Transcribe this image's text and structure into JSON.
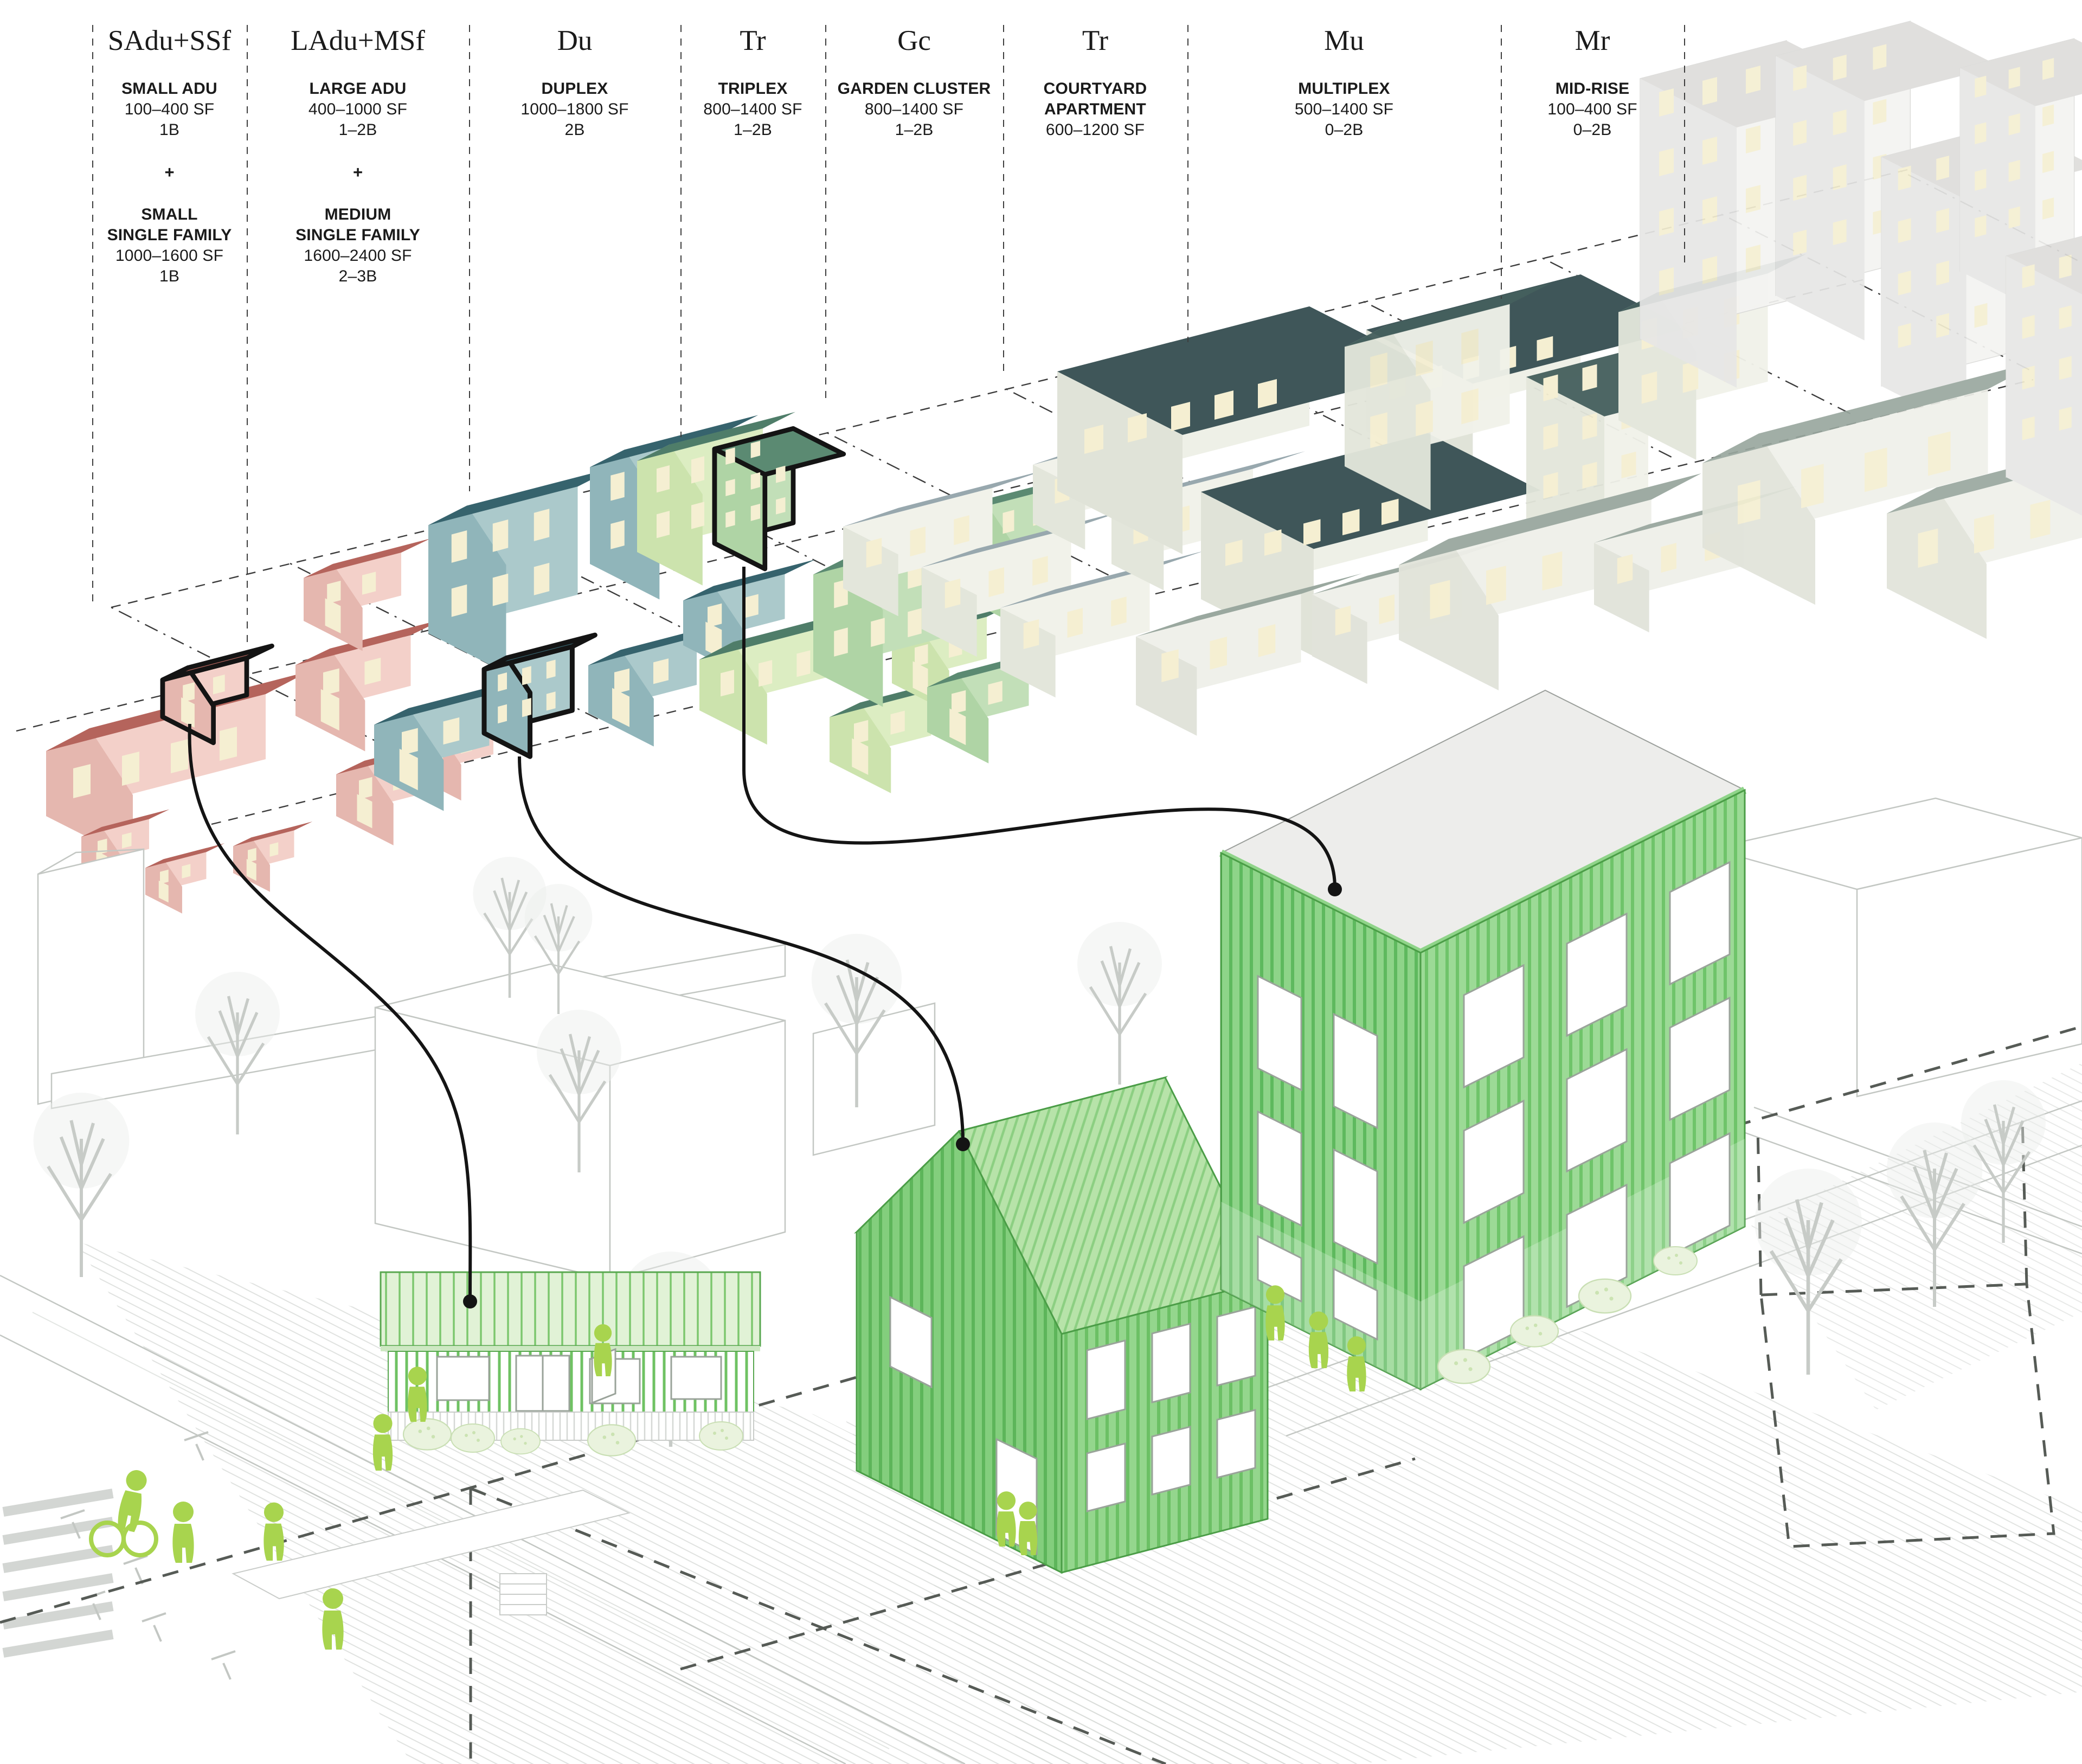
{
  "legend": {
    "typologies": [
      {
        "abbr": "SAdu+SSf",
        "joiner": "+",
        "groups": [
          {
            "name": "SMALL ADU",
            "size": "100–400 SF",
            "beds": "1B"
          },
          {
            "name": "SMALL\nSINGLE FAMILY",
            "size": "1000–1600 SF",
            "beds": "1B"
          }
        ]
      },
      {
        "abbr": "LAdu+MSf",
        "joiner": "+",
        "groups": [
          {
            "name": "LARGE ADU",
            "size": "400–1000 SF",
            "beds": "1–2B"
          },
          {
            "name": "MEDIUM\nSINGLE FAMILY",
            "size": "1600–2400 SF",
            "beds": "2–3B"
          }
        ]
      },
      {
        "abbr": "Du",
        "groups": [
          {
            "name": "DUPLEX",
            "size": "1000–1800 SF",
            "beds": "2B"
          }
        ]
      },
      {
        "abbr": "Tr",
        "groups": [
          {
            "name": "TRIPLEX",
            "size": "800–1400 SF",
            "beds": "1–2B"
          }
        ]
      },
      {
        "abbr": "Gc",
        "groups": [
          {
            "name": "GARDEN CLUSTER",
            "size": "800–1400 SF",
            "beds": "1–2B"
          }
        ]
      },
      {
        "abbr": "Tr",
        "groups": [
          {
            "name": "COURTYARD\nAPARTMENT",
            "size": "600–1200 SF"
          }
        ]
      },
      {
        "abbr": "Mu",
        "groups": [
          {
            "name": "MULTIPLEX",
            "size": "500–1400 SF",
            "beds": "0–2B"
          }
        ]
      },
      {
        "abbr": "Mr",
        "groups": [
          {
            "name": "MID-RISE",
            "size": "100–400 SF",
            "beds": "0–2B"
          }
        ]
      }
    ]
  },
  "highlighted_buildings": [
    "small-adu",
    "medium-single-family",
    "triplex"
  ],
  "colors": {
    "ink": "#1a1a1a",
    "small-adu-red": "#b5645c",
    "single-family-teal": "#36636d",
    "duplex-light-green": "#cce3ad",
    "triplex-green": "#5b8a72",
    "garden-cluster-gray": "#98a8ae",
    "courtyard-slate": "#3f5659",
    "midrise-gray": "#e7e7e5",
    "rendering-green": "#8ed489",
    "figure-green": "#a8d44e",
    "context-line": "#c3c7c3"
  }
}
